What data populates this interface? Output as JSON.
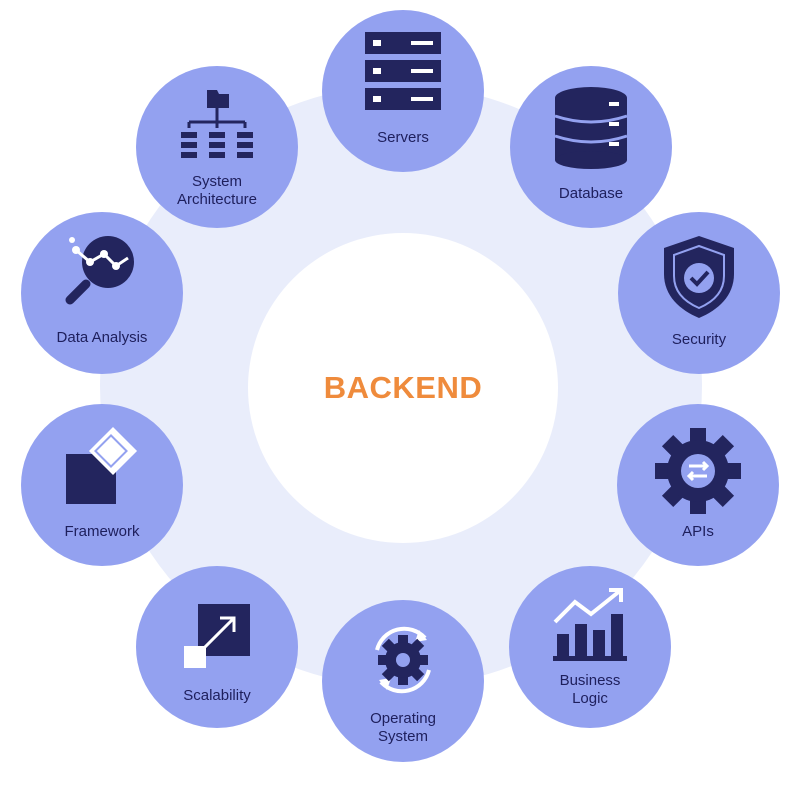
{
  "center": {
    "title": "BACKEND"
  },
  "nodes": {
    "servers": {
      "label": "Servers",
      "icon": "server-rack-icon"
    },
    "database": {
      "label": "Database",
      "icon": "database-icon"
    },
    "security": {
      "label": "Security",
      "icon": "shield-check-icon"
    },
    "apis": {
      "label": "APIs",
      "icon": "gear-exchange-icon"
    },
    "business_logic": {
      "line1": "Business",
      "line2": "Logic",
      "icon": "growth-chart-icon"
    },
    "operating_system": {
      "line1": "Operating",
      "line2": "System",
      "icon": "cog-refresh-icon"
    },
    "scalability": {
      "label": "Scalability",
      "icon": "scale-arrow-icon"
    },
    "framework": {
      "label": "Framework",
      "icon": "framework-icon"
    },
    "data_analysis": {
      "label": "Data Analysis",
      "icon": "magnifier-chart-icon"
    },
    "system_architecture": {
      "line1": "System",
      "line2": "Architecture",
      "icon": "hierarchy-icon"
    }
  },
  "colors": {
    "accent": "#ef8b3c",
    "node": "#93a1f0",
    "ring": "#e9edfb",
    "icon": "#23255e"
  }
}
